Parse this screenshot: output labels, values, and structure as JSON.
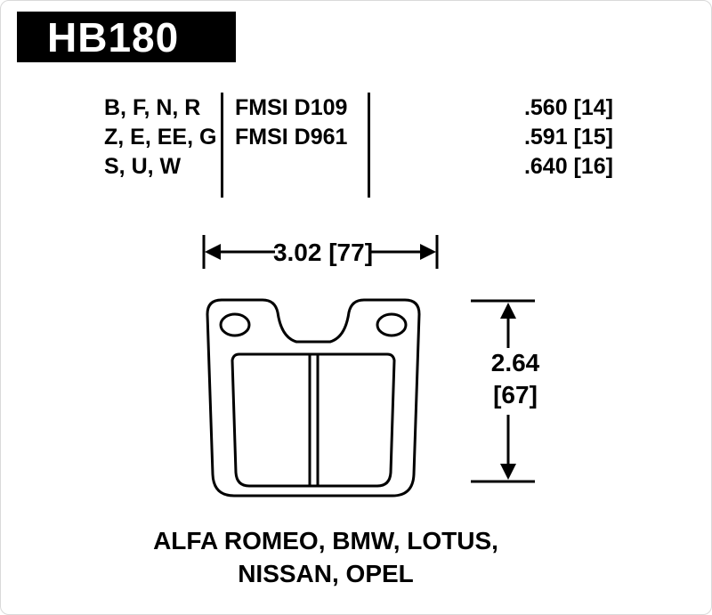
{
  "part": {
    "number": "HB180"
  },
  "spec_table": {
    "compound_rows": [
      "B, F, N, R",
      "Z, E, EE, G",
      "S, U, W"
    ],
    "fmsi_rows": [
      "FMSI D109",
      "FMSI D961"
    ],
    "thickness_rows": [
      ".560 [14]",
      ".591 [15]",
      ".640 [16]"
    ]
  },
  "dimensions": {
    "width_label": "3.02 [77]",
    "height_label_in": "2.64",
    "height_label_mm": "[67]"
  },
  "applications": {
    "line1": "ALFA ROMEO, BMW, LOTUS,",
    "line2": "NISSAN, OPEL"
  },
  "colors": {
    "ink": "#000000",
    "background": "#ffffff",
    "header_bg": "#000000",
    "header_text": "#ffffff"
  }
}
